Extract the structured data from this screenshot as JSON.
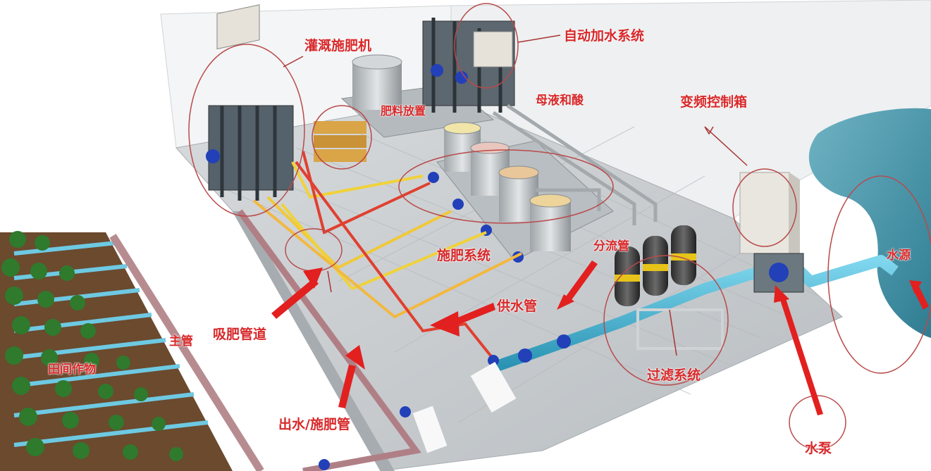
{
  "labels": {
    "fertigation_machine": "灌溉施肥机",
    "auto_water_system": "自动加水系统",
    "fertilizer_storage": "肥料放置",
    "mother_liquor_acid": "母液和酸",
    "vfd_control_box": "变频控制箱",
    "fertilizer_system": "施肥系统",
    "diversion_pipe": "分流管",
    "water_supply_pipe": "供水管",
    "suction_pipe": "吸肥管道",
    "main_pipe": "主管",
    "field_crops": "田间作物",
    "outlet_pipe": "出水/施肥管",
    "filter_system": "过滤系统",
    "water_source": "水源",
    "water_pump": "水泵"
  },
  "colors": {
    "annotation": "#d8282a",
    "floor": "#c9cdd0",
    "wall": "#f2f3f4",
    "blue_pipe": "#35b4d6",
    "suction_yellow": "#f0d23a",
    "suction_red": "#e04030",
    "water": "#3f8ea3"
  }
}
